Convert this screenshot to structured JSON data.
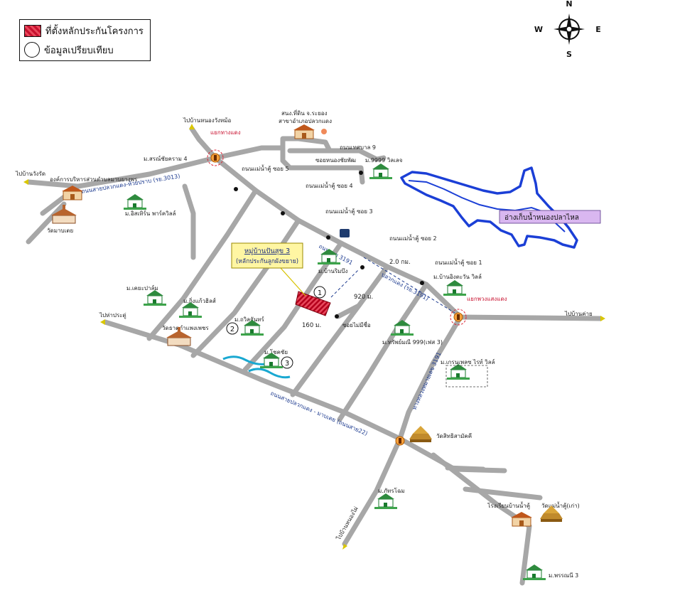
{
  "legend": {
    "project_site": "ที่ตั้งหลักประกันโครงการ",
    "comparable": "ข้อมูลเปรียบเทียบ"
  },
  "compass": {
    "north": "N",
    "south": "S",
    "east": "E",
    "west": "W"
  },
  "labels": {
    "to_nong_wang": "ไปบ้านหนองวังหม้อ",
    "land_office": "สนง.ที่ดิน จ.ระยอง",
    "land_office_branch": "สาขาอำเภอปลวกแดง",
    "red_light_1": "แยกทางแดง",
    "mb_sonchai": "ม.สรณ์ชัยคราม 4",
    "tessaban_rd": "ถนนเทศบาล 9",
    "soi_nongchaiphut": "ซอยหนองชัยพัฒ",
    "mb_9999": "ม.9999 วิลเลจ",
    "to_wang_rat": "ไปบ้านวังรัด",
    "tambon_office": "องค์การบริหารส่วนตำบลมาบยางพร",
    "road_3013": "ถนนสายปลวกแดง-ห้วยปราบ (รย.3013)",
    "mb_charoenporn": "ม.อิสเทิร์น พาร์ควิลล์",
    "wat_mabtoei": "วัดมาบเตย",
    "soi5": "ถนนแม่น้ำคู้ ซอย 5",
    "soi4": "ถนนแม่น้ำคู้ ซอย 4",
    "soi3": "ถนนแม่น้ำคู้ ซอย 3",
    "soi2": "ถนนแม่น้ำคู้ ซอย 2",
    "soi1": "ถนนแม่น้ำคู้ ซอย 1",
    "reservoir": "อ่างเก็บน้ำหนองปลาไหล",
    "village_main": "หมู่บ้านปันสุข 3",
    "village_sub": "(หลักประกันลูกผังขยาย)",
    "road_331_a": "ถนนสาย 3191",
    "road_331_b": "ปลวกแดง (รย.3191)",
    "dist_20km": "2.0 กม.",
    "mb_banrimbueng": "ม.บ้านริมบึง",
    "mb_banthongchai": "ม.บ้านอิงตะวัน วิลล์",
    "dist_920": "920 ม.",
    "red_light_2": "แยกพวงแสงแดง",
    "to_ban_khai": "ไปบ้านค่าย",
    "mb_khetchaipattana": "ม.เคยะปาล์ม",
    "mb_kingkaew": "ม.กิ่งแก้วฮิลส์",
    "mb_thawiwan": "ม.ถวิลจันทร์",
    "dist_160": "160 ม.",
    "soi_maimeechue": "ซอยไม่มีชื่อ",
    "to_pak_pradu": "ไปห่าประดู่",
    "wat_thaikamphet": "วัดธาตุกำแพงเพชร",
    "mb_sappana": "ม.ทรัพย์มณี 999(เฟส 3)",
    "mb_chokchai": "ม.โชคชัย",
    "mb_grandville": "ม.เกรนเพลซ ไรท์ วิลล์",
    "road_3191": "ทางหลวงหมายเลข 3191",
    "road_ploakdaeng": "ถนนสายปลวกแดง - มาบเตย (ถนนสาย22)",
    "wat_sitharam": "วัดสิทธิสามัคคี",
    "mb_phattharaporn": "ม.ภัทรโฉม",
    "to_nong_phai": "ไปบ้านหนองไผ่",
    "school": "โรงเรียนบ้านน้ำคู้",
    "wat_mae_nam_khu": "วัดแม่น้ำคู้(เก่า)",
    "mb_pornsawan": "ม.พรรณนี 3",
    "marker_1": "1",
    "marker_2": "2",
    "marker_3": "3"
  },
  "colors": {
    "road": "#a7a7a7",
    "road_label": "#1c3a8f",
    "reservoir": "#1b3fd6",
    "reservoir_label_bg": "#d9b7f0",
    "village_box_bg": "#fff6a3",
    "site": "#c8102e",
    "traffic_marker": "#e06a00",
    "water": "#19a8d1"
  }
}
